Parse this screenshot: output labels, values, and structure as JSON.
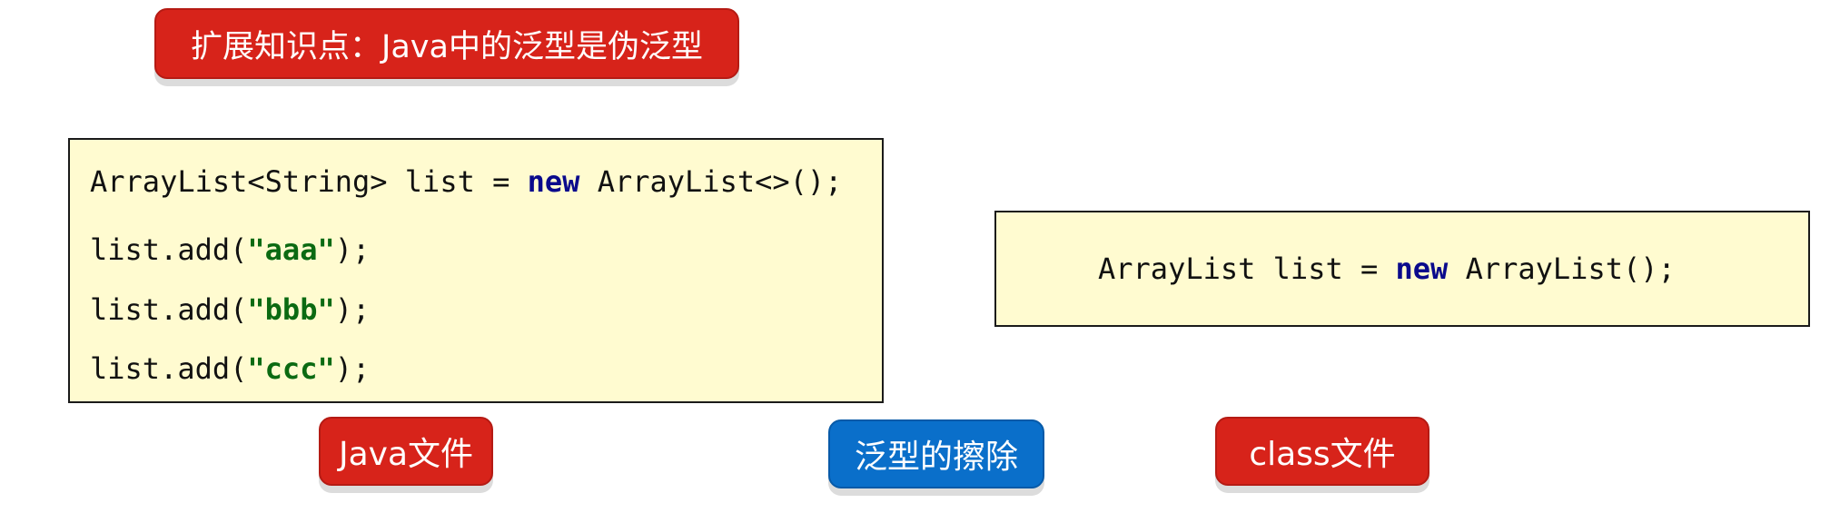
{
  "title": "扩展知识点：Java中的泛型是伪泛型",
  "java_code": {
    "line1": {
      "a": "ArrayList<String> list = ",
      "kw": "new",
      "b": " ArrayList<>();"
    },
    "line2": {
      "a": "list.add(",
      "str": "\"aaa\"",
      "b": ");"
    },
    "line3": {
      "a": "list.add(",
      "str": "\"bbb\"",
      "b": ");"
    },
    "line4": {
      "a": "list.add(",
      "str": "\"ccc\"",
      "b": ");"
    }
  },
  "class_code": {
    "line1": {
      "a": "ArrayList list = ",
      "kw": "new",
      "b": " ArrayList();"
    }
  },
  "labels": {
    "java_file": "Java文件",
    "erasure": "泛型的擦除",
    "class_file": "class文件"
  },
  "colors": {
    "badge_red": "#d7231a",
    "badge_blue": "#0a6fca",
    "code_background": "#fffbd0",
    "keyword": "#0a0a8c",
    "string": "#0b6a12"
  }
}
